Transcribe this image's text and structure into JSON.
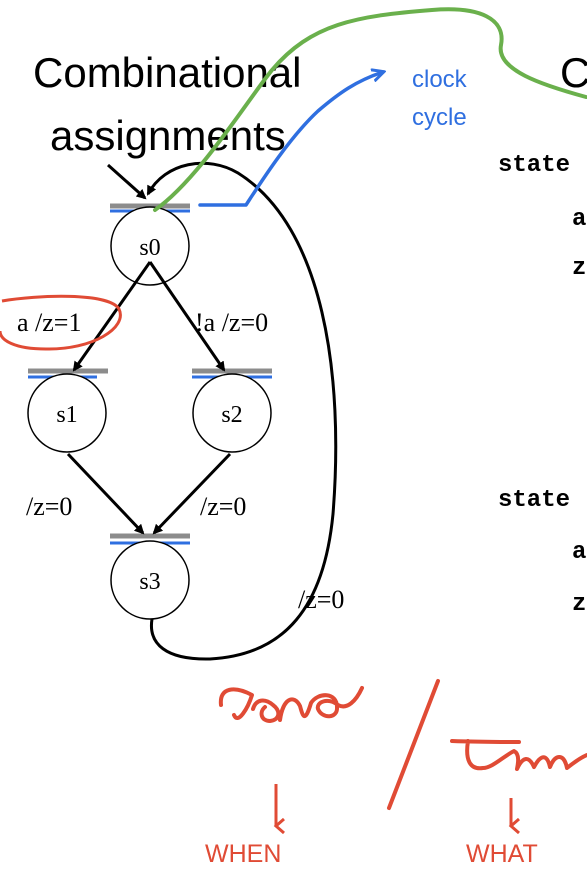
{
  "heading": {
    "line1": "Combinational",
    "line2": "assignments",
    "right_partial": "C"
  },
  "clock_label": {
    "line1": "clock",
    "line2": "cycle"
  },
  "states": {
    "s0": "s0",
    "s1": "s1",
    "s2": "s2",
    "s3": "s3"
  },
  "transitions": {
    "s0_to_s1": "a /z=1",
    "s0_to_s2": "!a /z=0",
    "s1_to_s3": "/z=0",
    "s2_to_s3": "/z=0",
    "s3_to_s0": "/z=0"
  },
  "code": {
    "block1": {
      "line1": "state",
      "line2": "a",
      "line3": "z"
    },
    "block2": {
      "line1": "state",
      "line2": "a",
      "line3": "z"
    }
  },
  "annotations": {
    "when": "WHEN",
    "what": "WHAT"
  },
  "colors": {
    "blue": "#2f6fe0",
    "green": "#6ab04c",
    "red": "#e04b35",
    "gray": "#8c8c8c",
    "black": "#000000"
  }
}
